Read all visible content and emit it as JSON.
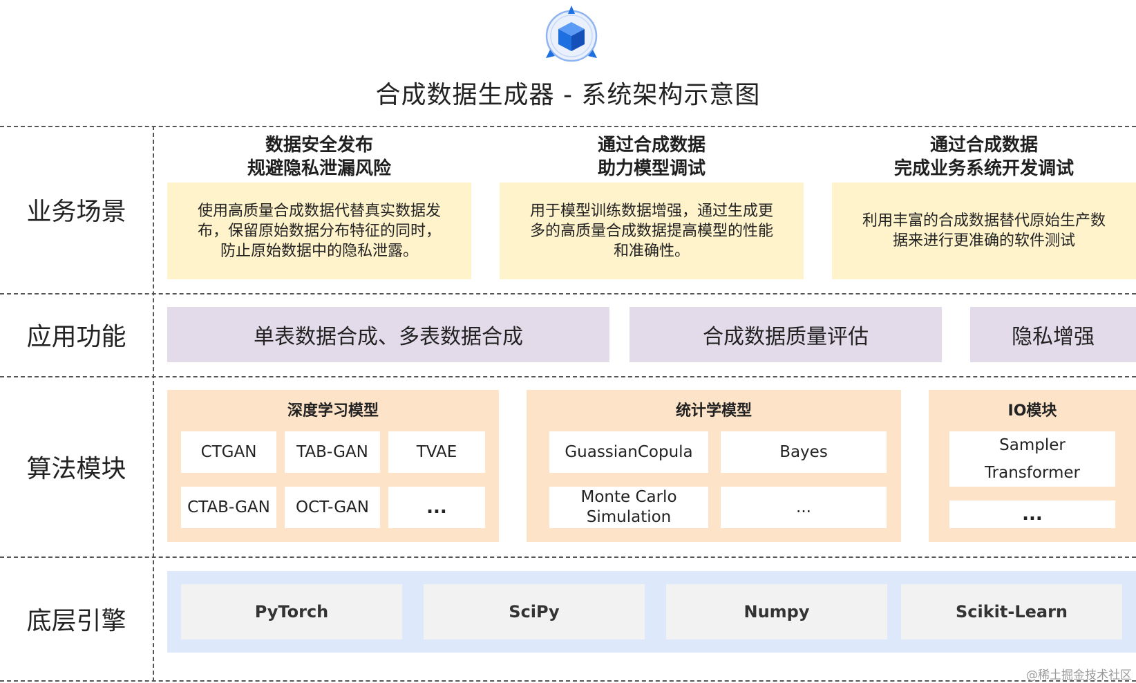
{
  "title": "合成数据生成器 - 系统架构示意图",
  "colors": {
    "scenario_bg": "#fff3cc",
    "function_bg": "#e3daea",
    "algorithm_bg": "#fde3c8",
    "engine_bg": "#dde8fb",
    "engine_cell_bg": "#f2f2f2",
    "logo_blue": "#1e6fe0"
  },
  "logo": {
    "icon": "cube-icon"
  },
  "rows": {
    "business": "业务场景",
    "functions": "应用功能",
    "algorithms": "算法模块",
    "engine": "底层引擎"
  },
  "scenarios": [
    {
      "heading_line1": "数据安全发布",
      "heading_line2": "规避隐私泄漏风险",
      "description": "使用高质量合成数据代替真实数据发布，保留原始数据分布特征的同时，防止原始数据中的隐私泄露。"
    },
    {
      "heading_line1": "通过合成数据",
      "heading_line2": "助力模型调试",
      "description": "用于模型训练数据增强，通过生成更多的高质量合成数据提高模型的性能和准确性。"
    },
    {
      "heading_line1": "通过合成数据",
      "heading_line2": "完成业务系统开发调试",
      "description": "利用丰富的合成数据替代原始生产数据来进行更准确的软件测试"
    }
  ],
  "functions": [
    "单表数据合成、多表数据合成",
    "合成数据质量评估",
    "隐私增强"
  ],
  "algorithms": {
    "deep_learning": {
      "title": "深度学习模型",
      "items": [
        "CTGAN",
        "TAB-GAN",
        "TVAE",
        "CTAB-GAN",
        "OCT-GAN",
        "..."
      ]
    },
    "statistical": {
      "title": "统计学模型",
      "items": [
        "GuassianCopula",
        "Bayes",
        "Monte Carlo Simulation",
        "..."
      ]
    },
    "io": {
      "title": "IO模块",
      "items": [
        "Sampler",
        "Transformer",
        "..."
      ]
    }
  },
  "engines": [
    "PyTorch",
    "SciPy",
    "Numpy",
    "Scikit-Learn"
  ],
  "watermark": "@稀土掘金技术社区"
}
